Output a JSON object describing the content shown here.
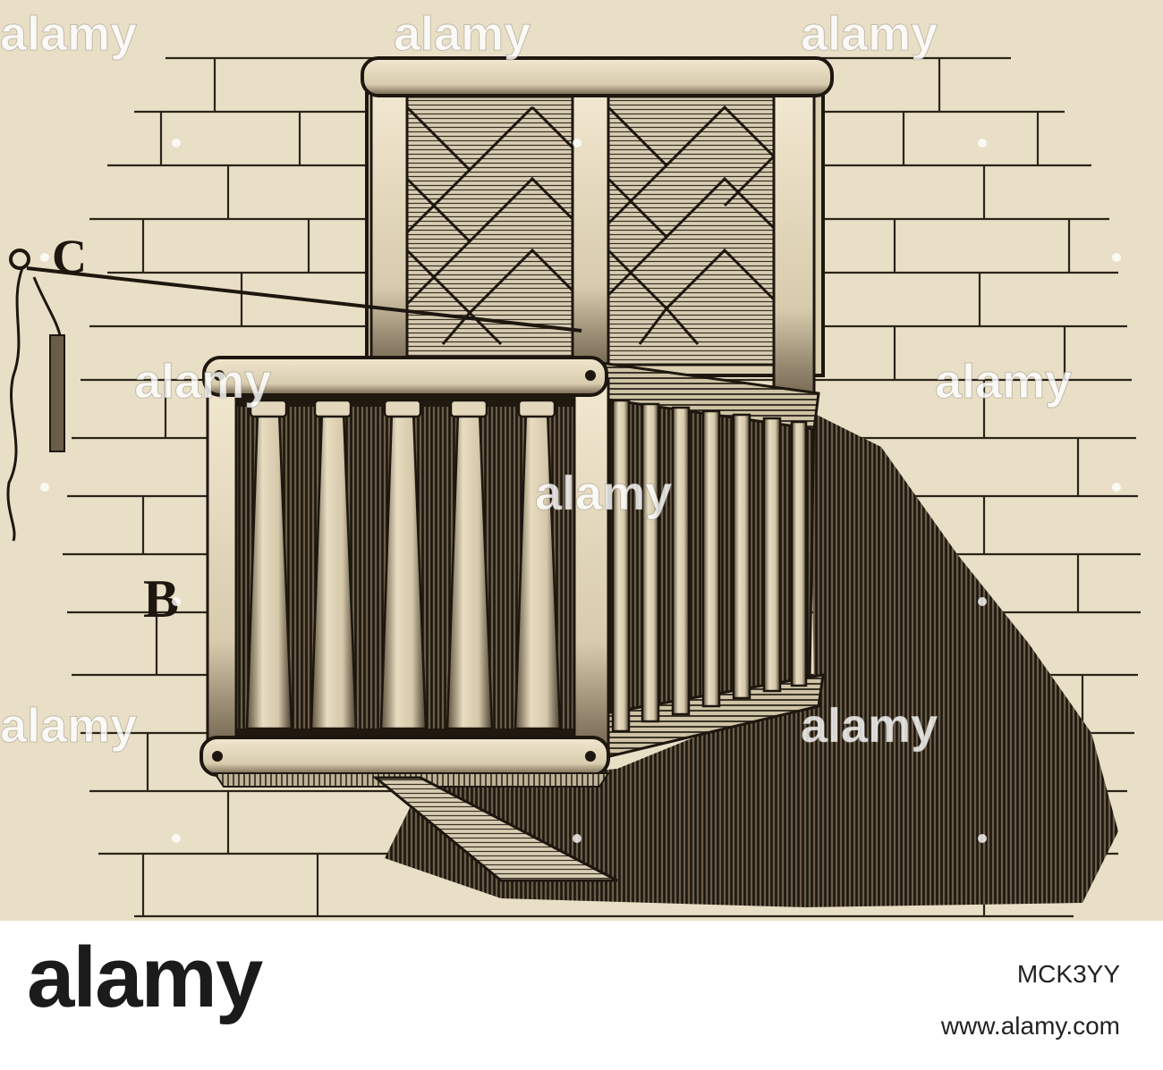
{
  "illustration": {
    "labels": {
      "c": "C",
      "b": "B"
    },
    "watermark_text": "alamy",
    "colors": {
      "paper": "#e9dfc6",
      "ink": "#1d170f"
    }
  },
  "footer": {
    "logo": "alamy",
    "stock_id": "MCK3YY",
    "site_url": "www.alamy.com"
  }
}
